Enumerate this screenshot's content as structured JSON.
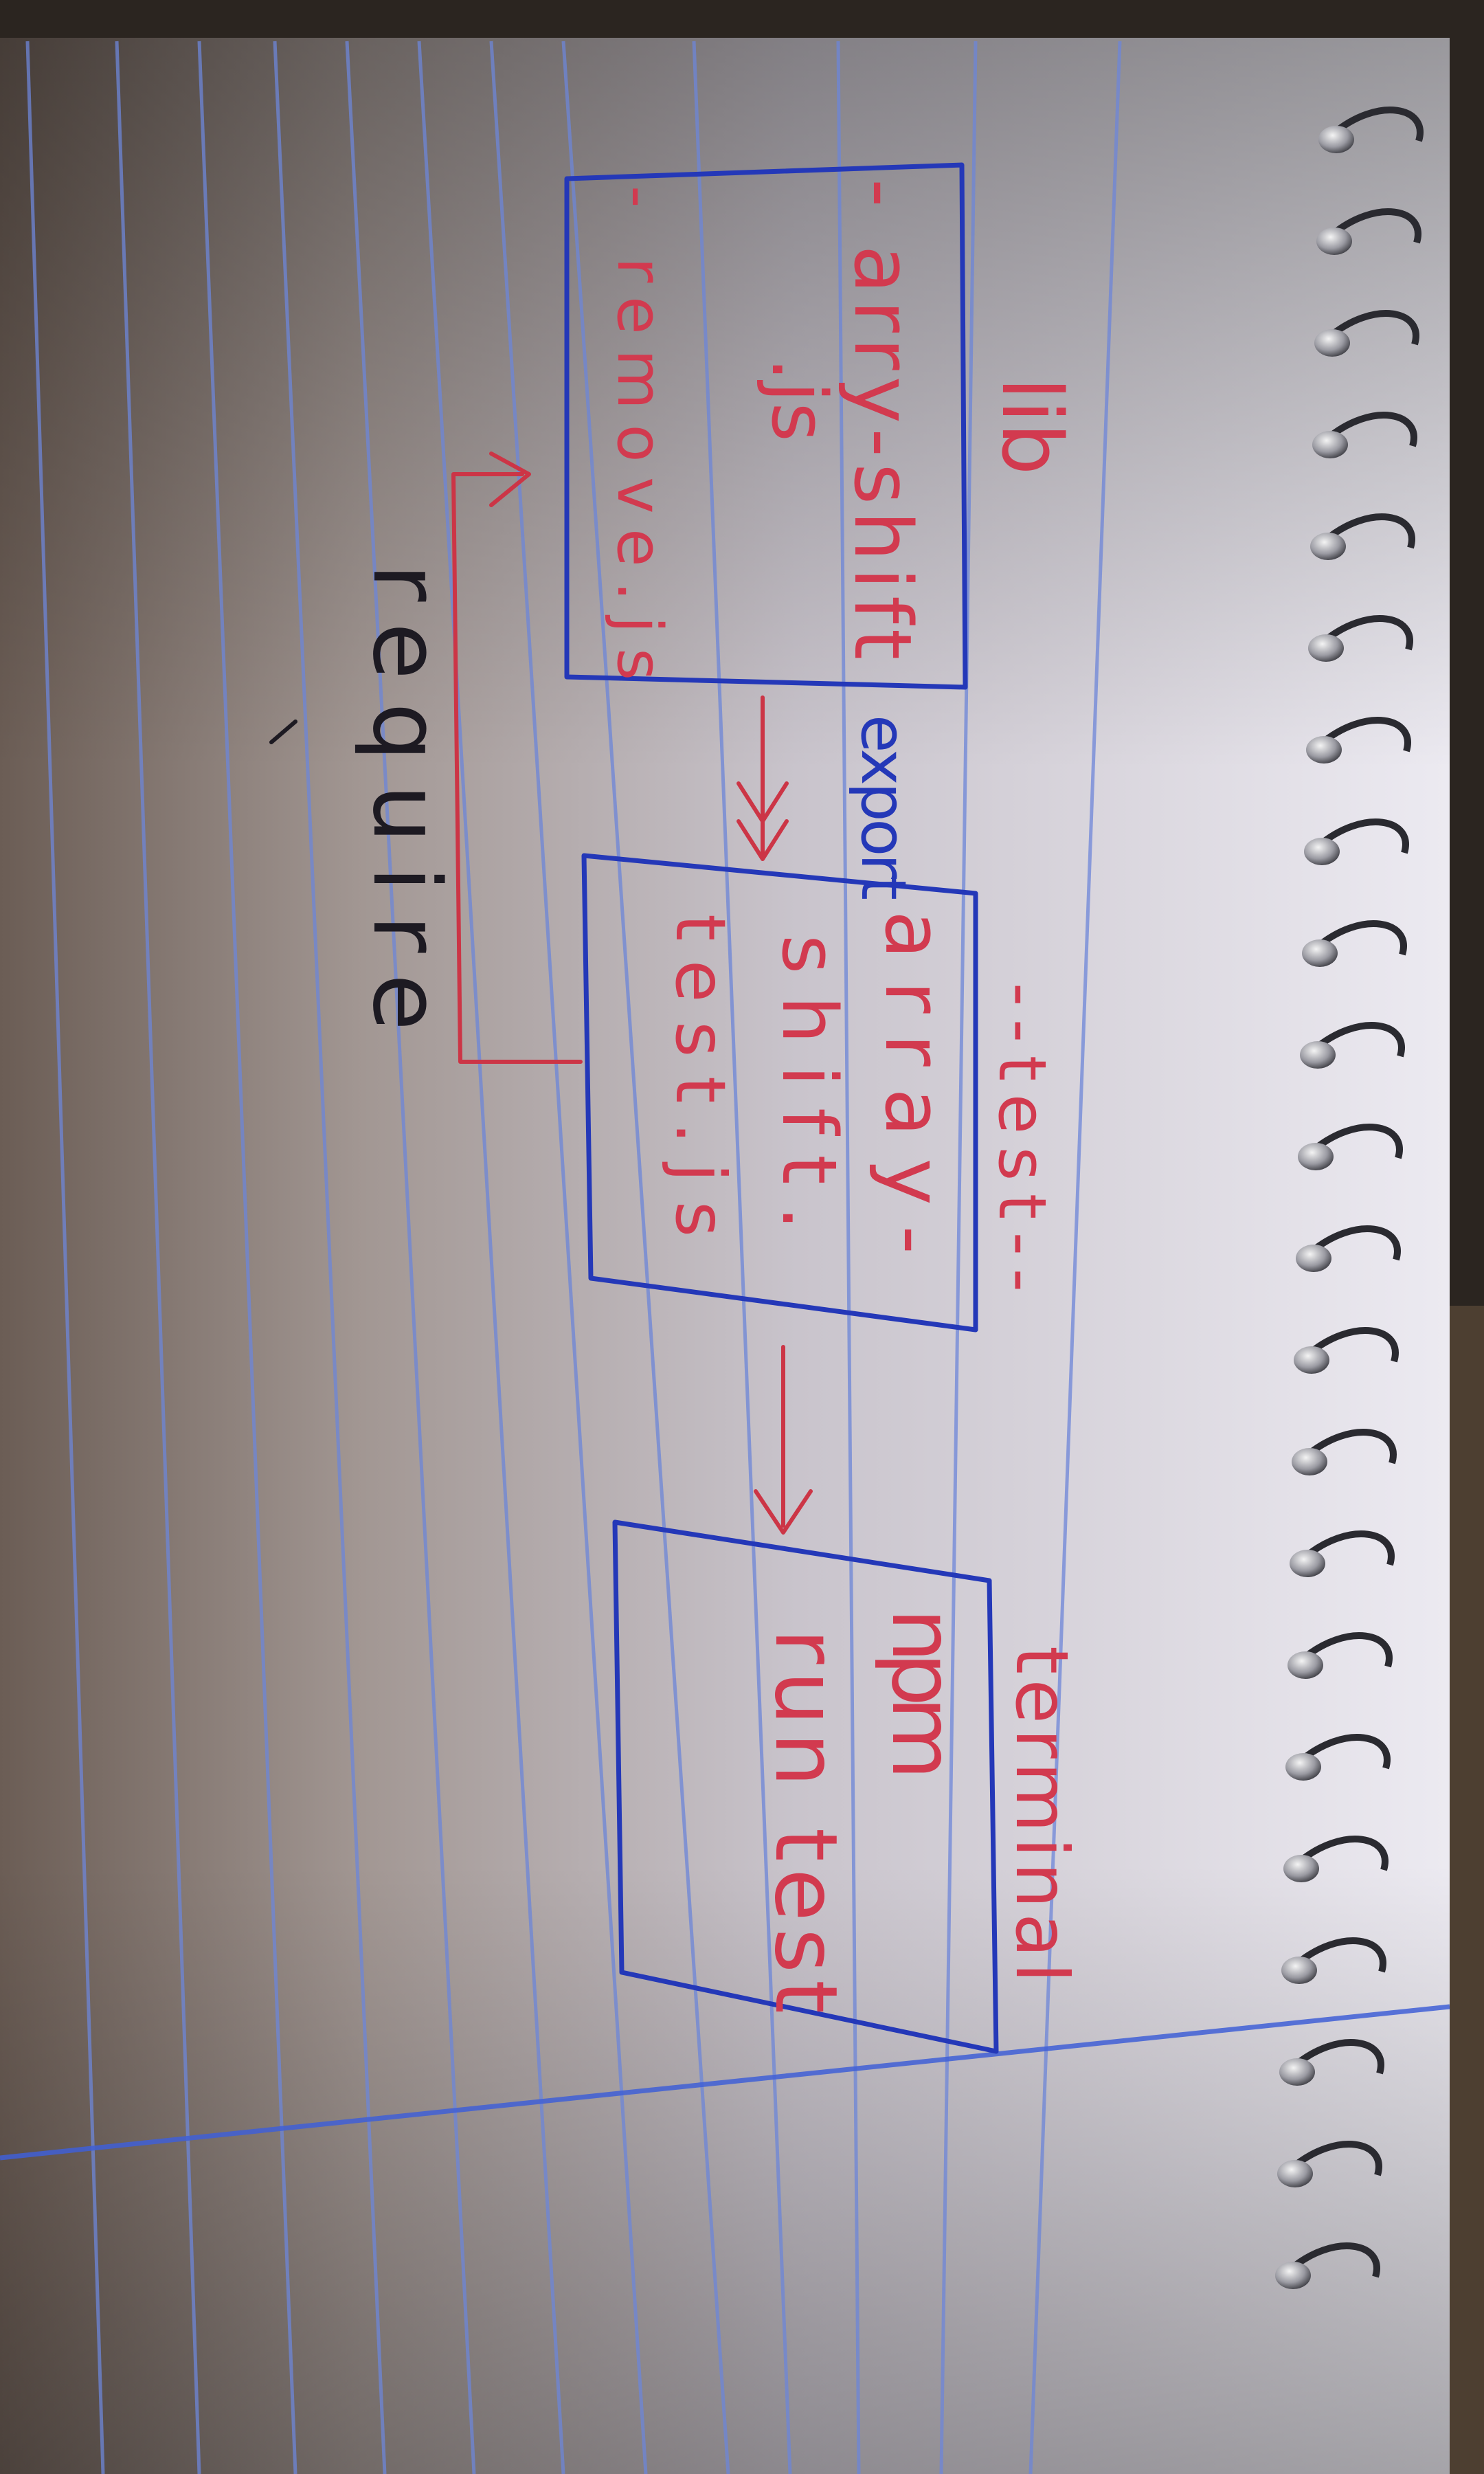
{
  "lib_box": {
    "heading": "lib",
    "items": [
      "- arry-shift",
      ".js",
      "- remove.js"
    ],
    "export_label": "export"
  },
  "test_box": {
    "heading": "--test--",
    "lines": [
      "array-",
      "shift.",
      "test.js"
    ]
  },
  "terminal_box": {
    "heading": "terminal",
    "lines": [
      "npm",
      "run test"
    ]
  },
  "require_label": "require",
  "colors": {
    "box_ink": "#2438b8",
    "text_ink": "#d23a4f",
    "pencil_ink": "#1d1a22",
    "paper": "#e9e6ee",
    "margin_rule": "#3f5fd6",
    "ruled_line": "#6d86d8"
  }
}
